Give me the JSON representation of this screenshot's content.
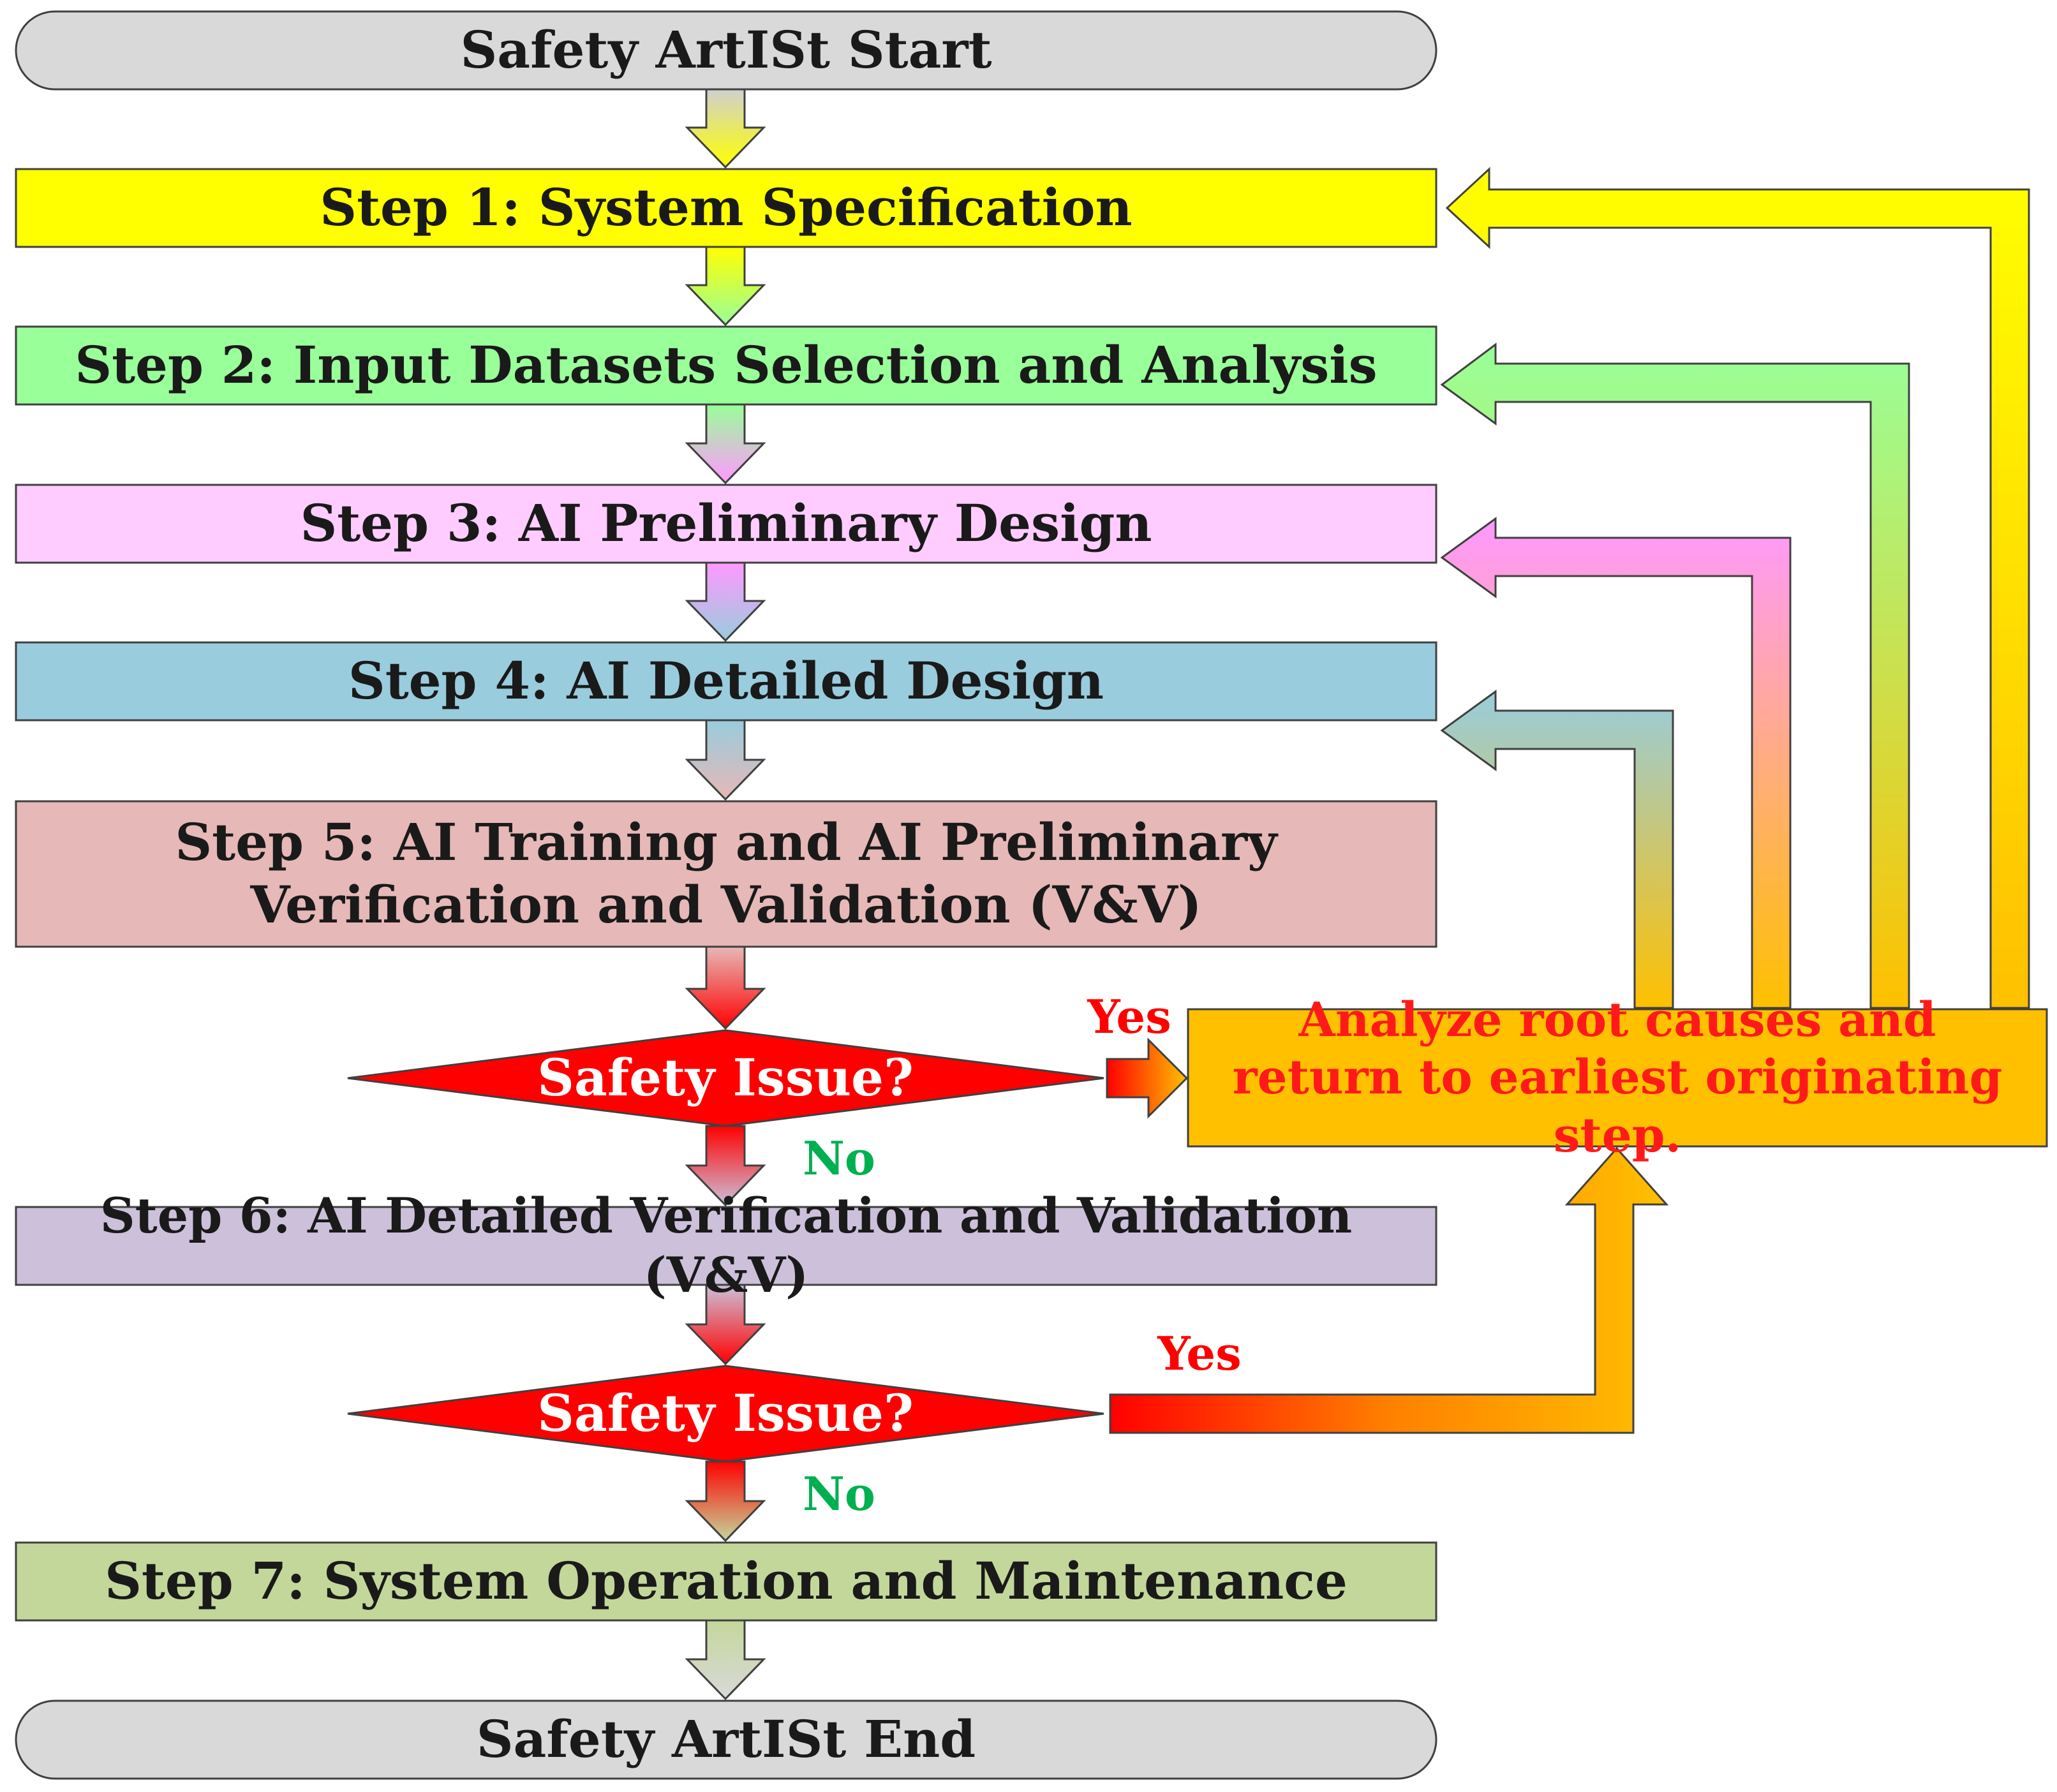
{
  "start_label": "Safety ArtISt Start",
  "end_label": "Safety ArtISt End",
  "steps": [
    {
      "label": "Step 1: System Specification",
      "color": "#ffff00"
    },
    {
      "label": "Step 2: Input Datasets Selection and Analysis",
      "color": "#99ff99"
    },
    {
      "label": "Step 3: AI Preliminary Design",
      "color": "#ffccff"
    },
    {
      "label": "Step 4: AI Detailed Design",
      "color": "#99ccdd"
    },
    {
      "label": "Step 5: AI Training and AI Preliminary Verification and Validation (V&V)",
      "color": "#e6b8b7"
    },
    {
      "label": "Step 6: AI Detailed Verification and Validation (V&V)",
      "color": "#ccc0da"
    },
    {
      "label": "Step 7: System Operation and Maintenance",
      "color": "#c4d79b"
    }
  ],
  "decisions": [
    {
      "label": "Safety Issue?",
      "yes": "Yes",
      "no": "No"
    },
    {
      "label": "Safety Issue?",
      "yes": "Yes",
      "no": "No"
    }
  ],
  "root_cause_box": {
    "label": "Analyze root causes and return to earliest originating step.",
    "color": "#ffc000"
  },
  "colors": {
    "start_end": "#d9d9d9",
    "decision": "#ff0000",
    "yes_text": "#ff0000",
    "no_text": "#00b050"
  }
}
